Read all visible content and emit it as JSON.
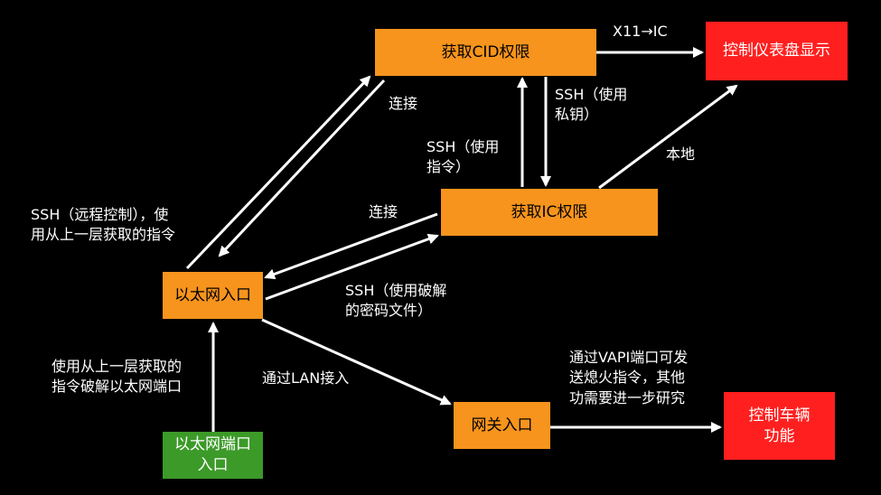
{
  "nodes": {
    "cid": "获取CID权限",
    "ic": "获取IC权限",
    "ethernet": "以太网入口",
    "ethernet_port": "以太网端口\n入口",
    "gateway": "网关入口",
    "dashboard": "控制仪表盘显示",
    "vehicle": "控制车辆\n功能"
  },
  "colors": {
    "orange": "#f7941d",
    "red": "#ff1f1f",
    "green": "#3c9a28",
    "arrow": "#ffffff",
    "background": "#000000"
  },
  "labels": {
    "x11_ic": "X11→IC",
    "ssh_private_key": "SSH（使用\n私钥）",
    "connect_top": "连接",
    "ssh_command": "SSH（使用\n指令）",
    "local": "本地",
    "ssh_remote": "SSH（远程控制），使\n用从上一层获取的指令",
    "connect_mid": "连接",
    "ssh_crack": "SSH（使用破解\n的密码文件）",
    "crack_port": "使用从上一层获取的\n指令破解以太网端口",
    "via_lan": "通过LAN接入",
    "vapi": "通过VAPI端口可发\n送熄火指令，其他\n功需要进一步研究"
  }
}
